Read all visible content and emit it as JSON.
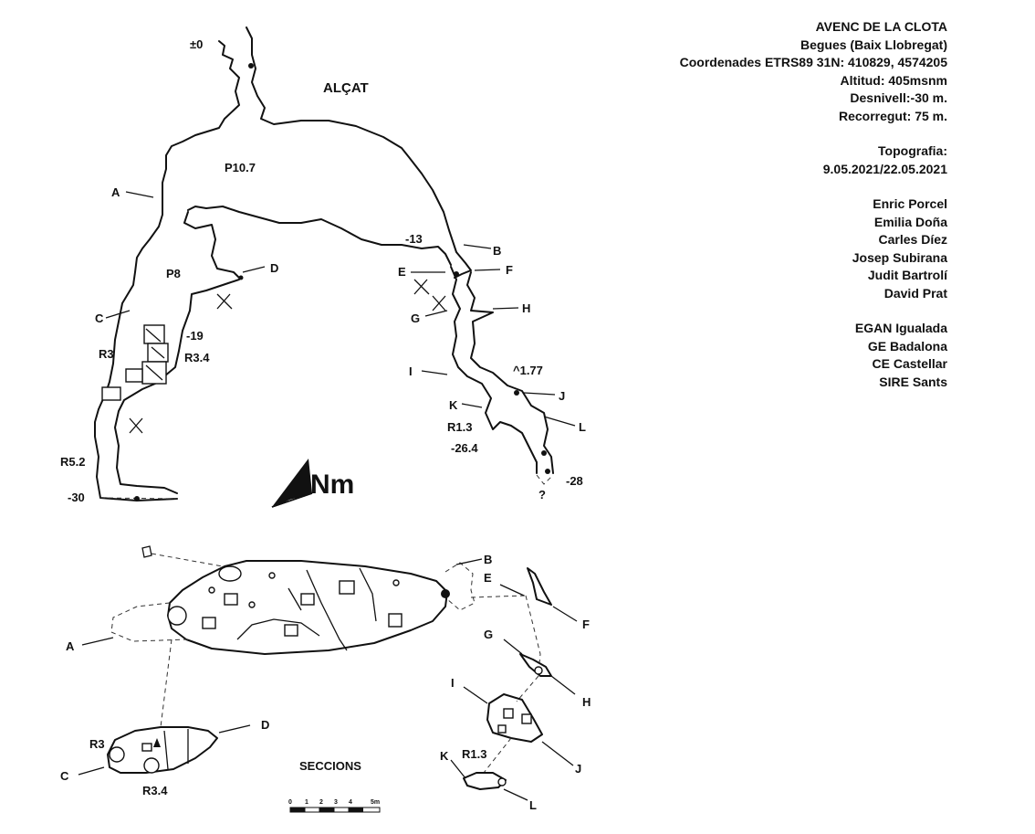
{
  "header": {
    "cave_name": "AVENC DE LA CLOTA",
    "location": "Begues (Baix Llobregat)",
    "coordinates": "Coordenades ETRS89  31N: 410829, 4574205",
    "altitude": "Altitud: 405msnm",
    "depth": "Desnivell:-30 m.",
    "length": "Recorregut: 75 m."
  },
  "survey": {
    "label": "Topografia:",
    "dates": "9.05.2021/22.05.2021"
  },
  "surveyors": [
    "Enric Porcel",
    "Emilia Doña",
    "Carles Díez",
    "Josep Subirana",
    "Judit Bartrolí",
    "David Prat"
  ],
  "groups": [
    "EGAN Igualada",
    "GE Badalona",
    "CE Castellar",
    "SIRE Sants"
  ],
  "elevation": {
    "title": "ALÇAT",
    "depth_labels": [
      "±0",
      "-13",
      "-19",
      "-26.4",
      "-28",
      "-30",
      "^1.77"
    ],
    "pitch_labels": [
      "P10.7",
      "P8",
      "R3",
      "R3.4",
      "R5.2",
      "R1.3"
    ],
    "unknown_mark": "?",
    "section_letters": [
      "A",
      "B",
      "C",
      "D",
      "E",
      "F",
      "G",
      "H",
      "I",
      "J",
      "K",
      "L"
    ]
  },
  "north": {
    "label": "Nm"
  },
  "sections": {
    "title": "SECCIONS",
    "section_letters": [
      "A",
      "B",
      "C",
      "D",
      "E",
      "F",
      "G",
      "H",
      "I",
      "J",
      "K",
      "L"
    ],
    "pitch_labels": [
      "R3",
      "R3.4",
      "R1.3"
    ]
  },
  "scale_bar": {
    "ticks": [
      "0",
      "1",
      "2",
      "3",
      "4",
      "5m"
    ]
  }
}
